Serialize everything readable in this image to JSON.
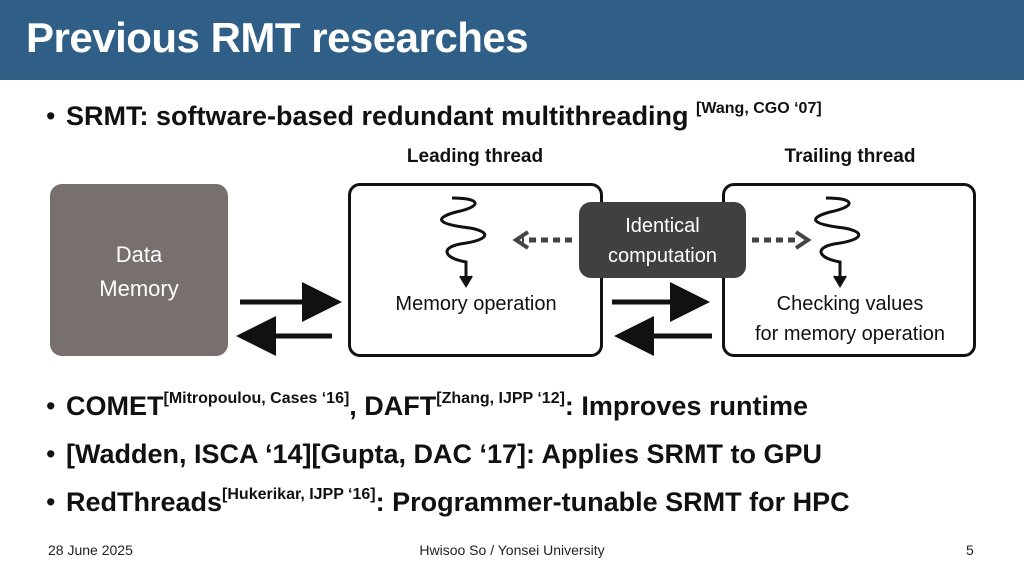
{
  "slide": {
    "title": "Previous RMT researches",
    "bullets": [
      {
        "dot": "•",
        "text": "SRMT: software-based redundant multithreading ",
        "sup": "[Wang, CGO  ‘07]"
      },
      {
        "dot": "•",
        "text_a": "COMET",
        "sup_a": "[Mitropoulou, Cases ‘16]",
        "text_b": ", DAFT",
        "sup_b": "[Zhang, IJPP ‘12]",
        "text_c": ": Improves runtime"
      },
      {
        "dot": "•",
        "text": "[Wadden, ISCA ‘14][Gupta, DAC ‘17]: Applies SRMT to GPU"
      },
      {
        "dot": "•",
        "text_a": "RedThreads",
        "sup_a": "[Hukerikar, IJPP ‘16]",
        "text_b": ": Programmer-tunable SRMT for HPC"
      }
    ]
  },
  "diagram": {
    "leading_label": "Leading thread",
    "trailing_label": "Trailing thread",
    "data_memory_line1": "Data",
    "data_memory_line2": "Memory",
    "leading_op": "Memory operation",
    "trailing_op_line1": "Checking values",
    "trailing_op_line2": "for memory operation",
    "identical_line1": "Identical",
    "identical_line2": "computation"
  },
  "footer": {
    "date": "28 June 2025",
    "author": "Hwisoo So / Yonsei University",
    "page": "5"
  },
  "icons": [
    "squiggle-arrow-icon",
    "dotted-arrow-icon",
    "bold-arrow-icon"
  ]
}
